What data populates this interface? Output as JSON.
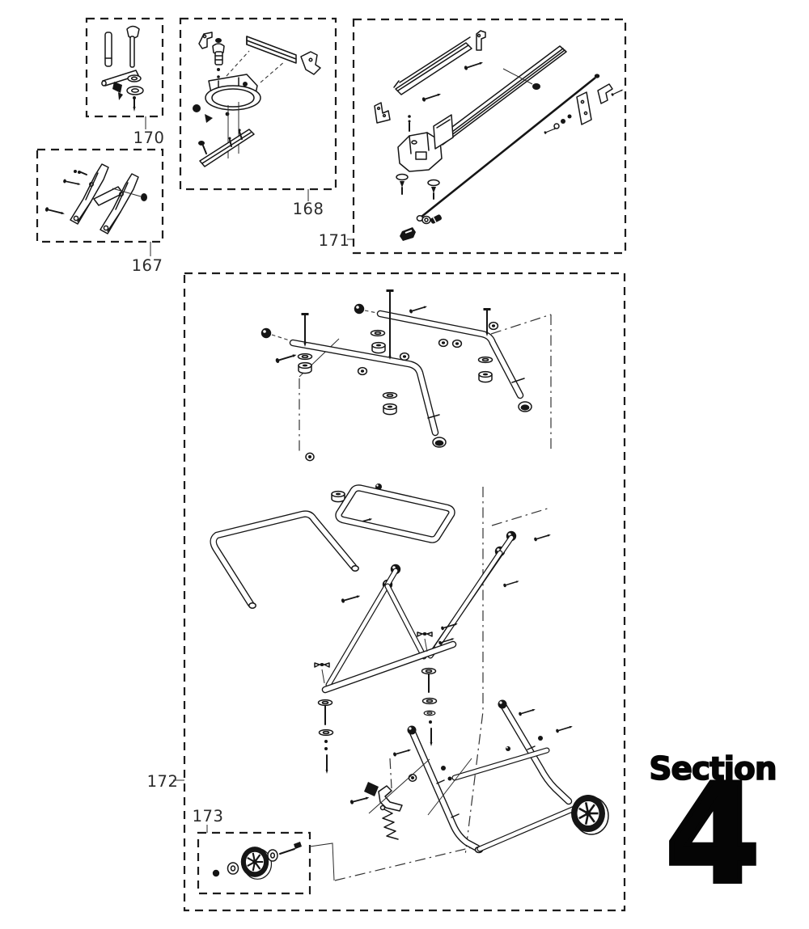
{
  "page": {
    "background_color": "#ffffff",
    "ink_color": "#151515"
  },
  "section_banner": {
    "label": "Section",
    "number": "4"
  },
  "callouts": [
    {
      "id": "167"
    },
    {
      "id": "168"
    },
    {
      "id": "170"
    },
    {
      "id": "171"
    },
    {
      "id": "172"
    },
    {
      "id": "173"
    }
  ]
}
